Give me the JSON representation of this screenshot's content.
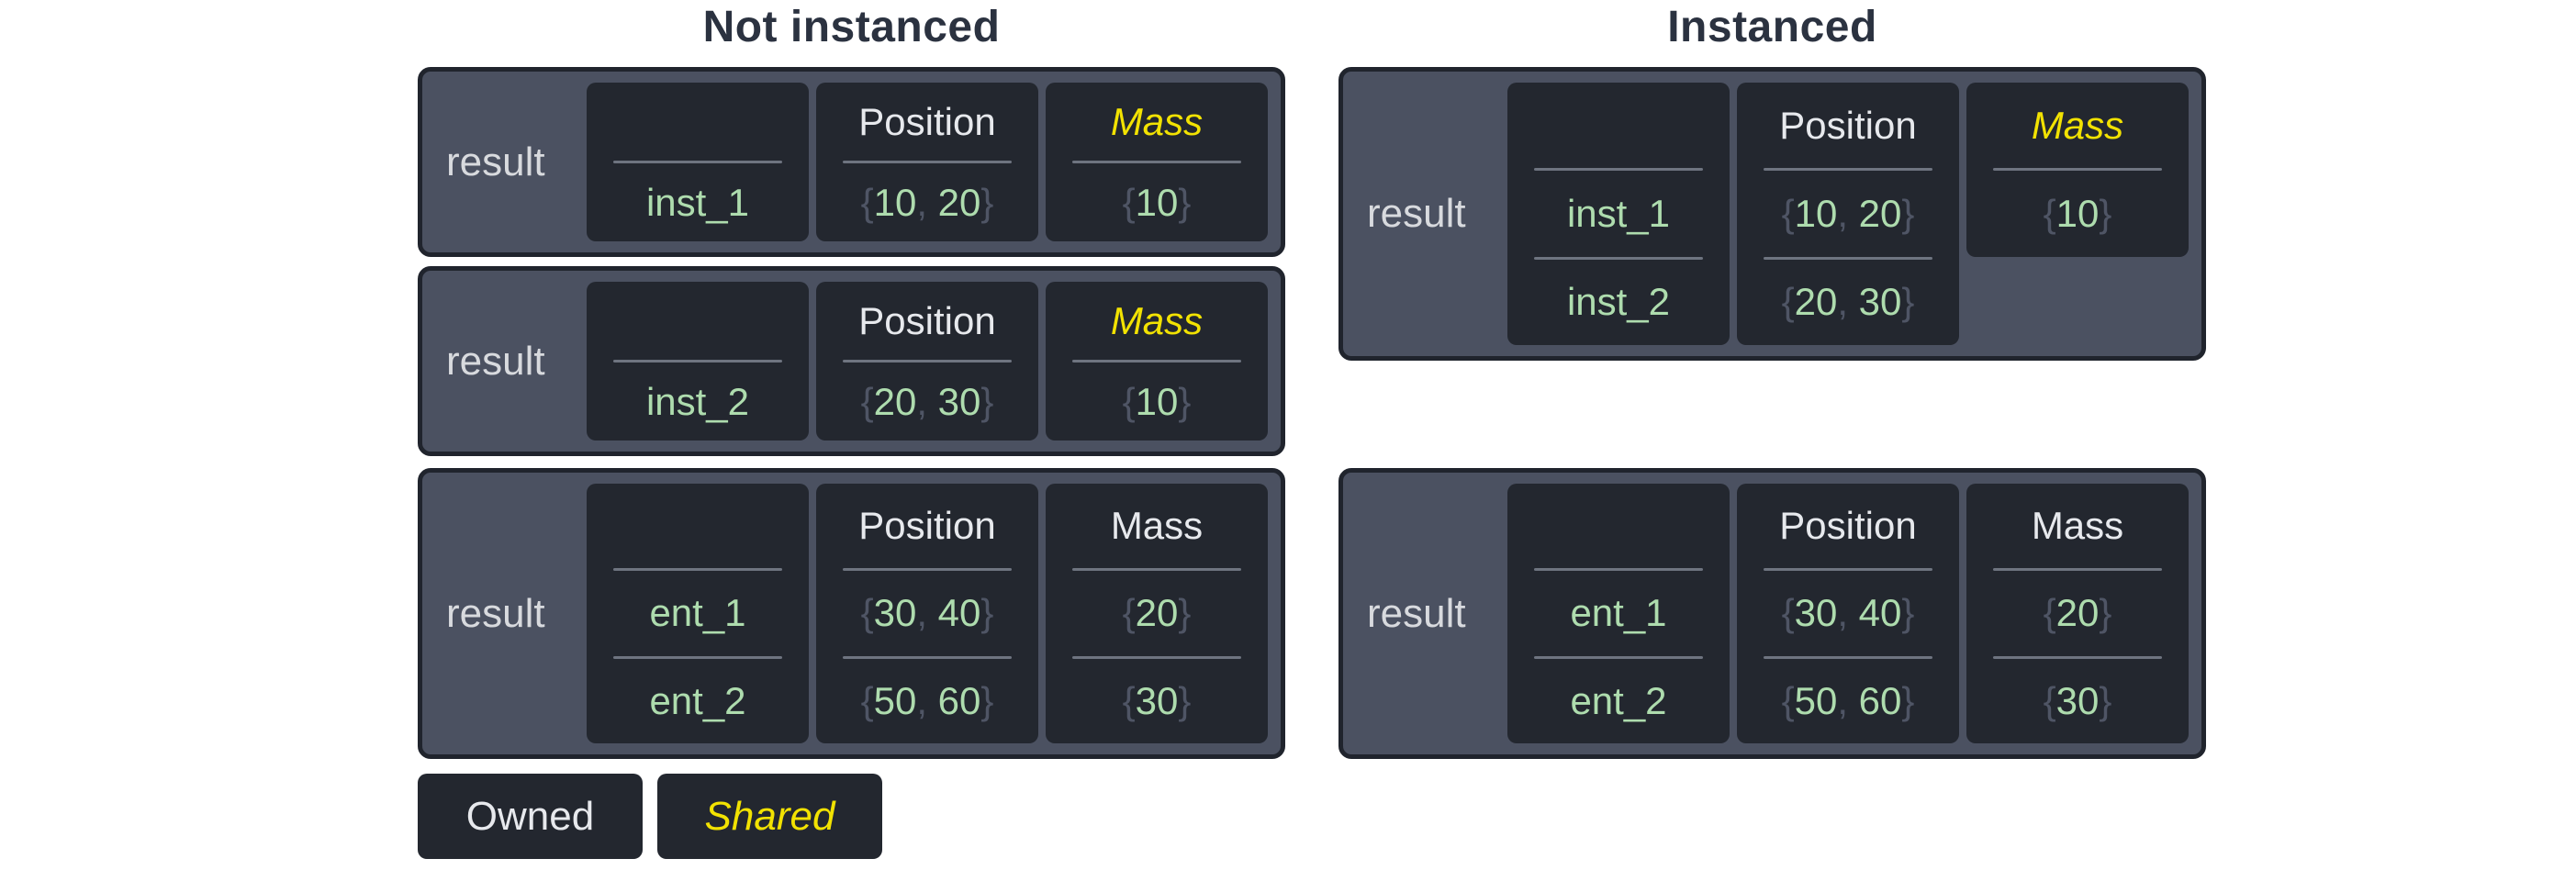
{
  "colors": {
    "title": "#2b3240",
    "fill": "#4b5161",
    "border": "#20242d",
    "cell": "#23272f",
    "divider": "#6e7480",
    "text": "#e7e9ed",
    "shared": "#f2e202",
    "green": "#aedcae",
    "punct": "#4f5565",
    "result": "#d8dade"
  },
  "columns": [
    {
      "title": "Not instanced",
      "tables": [
        {
          "label": "result",
          "columns": [
            {
              "name": "entity",
              "header": "",
              "shared": false,
              "values": [
                "inst_1"
              ]
            },
            {
              "name": "position",
              "header": "Position",
              "shared": false,
              "values": [
                "{10, 20}"
              ]
            },
            {
              "name": "mass",
              "header": "Mass",
              "shared": true,
              "values": [
                "{10}"
              ]
            }
          ]
        },
        {
          "label": "result",
          "columns": [
            {
              "name": "entity",
              "header": "",
              "shared": false,
              "values": [
                "inst_2"
              ]
            },
            {
              "name": "position",
              "header": "Position",
              "shared": false,
              "values": [
                "{20, 30}"
              ]
            },
            {
              "name": "mass",
              "header": "Mass",
              "shared": true,
              "values": [
                "{10}"
              ]
            }
          ]
        },
        {
          "label": "result",
          "columns": [
            {
              "name": "entity",
              "header": "",
              "shared": false,
              "values": [
                "ent_1",
                "ent_2"
              ]
            },
            {
              "name": "position",
              "header": "Position",
              "shared": false,
              "values": [
                "{30, 40}",
                "{50, 60}"
              ]
            },
            {
              "name": "mass",
              "header": "Mass",
              "shared": false,
              "values": [
                "{20}",
                "{30}"
              ]
            }
          ]
        }
      ]
    },
    {
      "title": "Instanced",
      "tables": [
        {
          "label": "result",
          "columns": [
            {
              "name": "entity",
              "header": "",
              "shared": false,
              "values": [
                "inst_1",
                "inst_2"
              ]
            },
            {
              "name": "position",
              "header": "Position",
              "shared": false,
              "values": [
                "{10, 20}",
                "{20, 30}"
              ]
            },
            {
              "name": "mass",
              "header": "Mass",
              "shared": true,
              "values": [
                "{10}"
              ]
            }
          ]
        },
        {
          "label": "result",
          "columns": [
            {
              "name": "entity",
              "header": "",
              "shared": false,
              "values": [
                "ent_1",
                "ent_2"
              ]
            },
            {
              "name": "position",
              "header": "Position",
              "shared": false,
              "values": [
                "{30, 40}",
                "{50, 60}"
              ]
            },
            {
              "name": "mass",
              "header": "Mass",
              "shared": false,
              "values": [
                "{20}",
                "{30}"
              ]
            }
          ]
        }
      ]
    }
  ],
  "legend": {
    "items": [
      {
        "label": "Owned",
        "style": "owned"
      },
      {
        "label": "Shared",
        "style": "shared"
      }
    ]
  }
}
